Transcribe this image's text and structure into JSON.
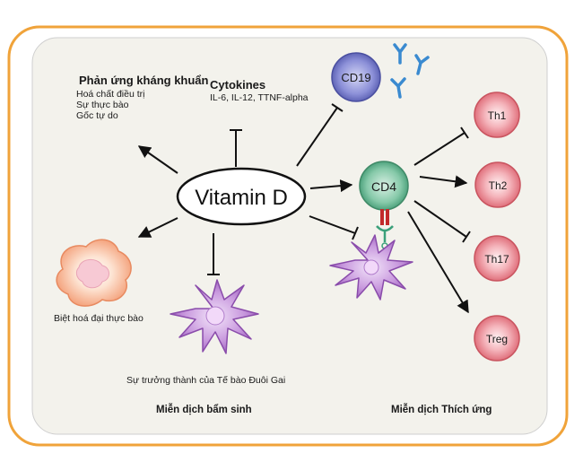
{
  "center": {
    "label": "Vitamin D"
  },
  "antibacterial": {
    "title": "Phản ứng kháng khuẩn",
    "items": [
      "Hoá chất điều trị",
      "Sự thực bào",
      "Gốc tự do"
    ]
  },
  "cytokines": {
    "title": "Cytokines",
    "subtitle": "IL-6, IL-12, TTNF-alpha"
  },
  "cells": {
    "cd19": "CD19",
    "cd4": "CD4",
    "th1": "Th1",
    "th2": "Th2",
    "th17": "Th17",
    "treg": "Treg"
  },
  "captions": {
    "macrophage": "Biệt hoá đại thực bào",
    "dendritic": "Sự trưởng thành của Tế bào Đuôi Gai"
  },
  "sections": {
    "innate": "Miễn dịch bẩm sinh",
    "adaptive": "Miễn dịch Thích ứng"
  },
  "colors": {
    "frame_border": "#f0a33a",
    "panel_bg": "#f3f2ec",
    "cd19_fill": "#6a6fc0",
    "cd4_fill": "#5fb38f",
    "th_fill": "#e0707c",
    "dendritic_fill": "#b87fd0",
    "macrophage_fill": "#f6b896",
    "antibody": "#3a8ad0"
  }
}
